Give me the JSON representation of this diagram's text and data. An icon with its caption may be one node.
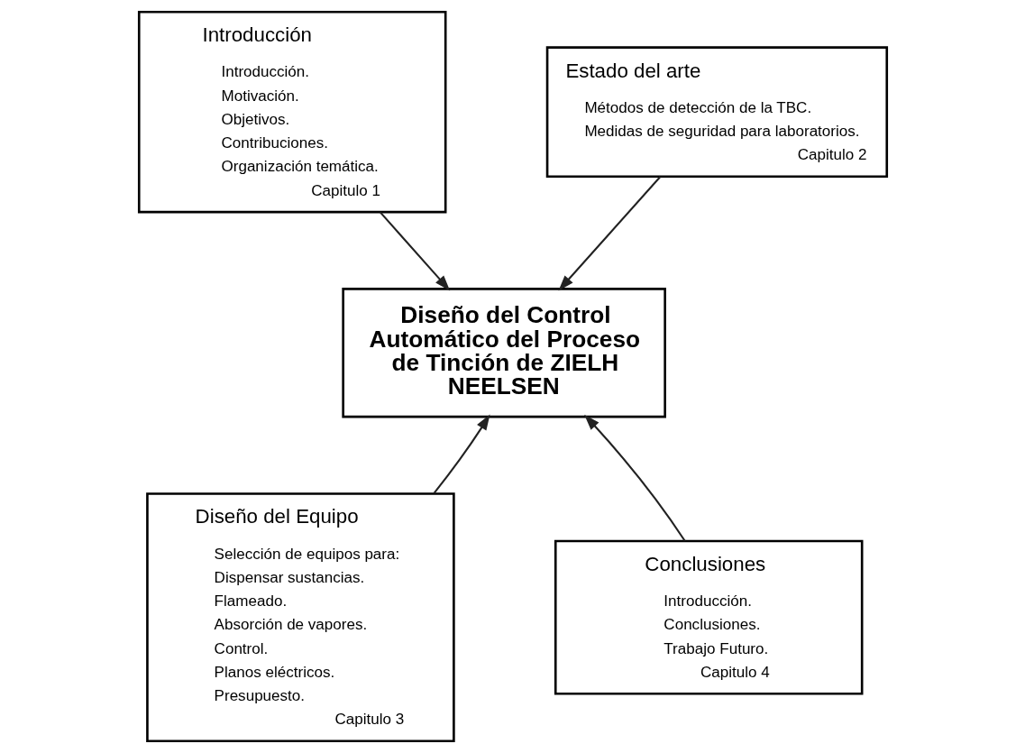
{
  "diagram": {
    "nodes": [
      {
        "text": [
          "Introducción",
          "Introducción.",
          "Motivación.",
          "Objetivos.",
          "Contribuciones.",
          "Organización temática.",
          "Capitulo 1"
        ]
      },
      {
        "text": [
          "Estado del arte",
          "Métodos de detección de la TBC.",
          "Medidas de seguridad para laboratorios.",
          "Capitulo 2"
        ]
      },
      {
        "text": [
          "Diseño del Control Automático del Proceso de Tinción de ZIELH NEELSEN"
        ]
      },
      {
        "text": [
          "Diseño del Equipo",
          "Selección de equipos para:",
          "Dispensar sustancias.",
          "Flameado.",
          "Absorción de vapores.",
          "Control.",
          "Planos eléctricos.",
          "Presupuesto.",
          "Capitulo 3"
        ]
      },
      {
        "text": [
          "Conclusiones",
          "Introducción.",
          "Conclusiones.",
          "Trabajo Futuro.",
          "Capitulo 4"
        ]
      }
    ],
    "edges": [
      {
        "from": 0,
        "to": 2,
        "arrow": "to"
      },
      {
        "from": 1,
        "to": 2,
        "arrow": "to"
      },
      {
        "from": 3,
        "to": 2,
        "arrow": "to"
      },
      {
        "from": 4,
        "to": 2,
        "arrow": "to"
      }
    ]
  }
}
